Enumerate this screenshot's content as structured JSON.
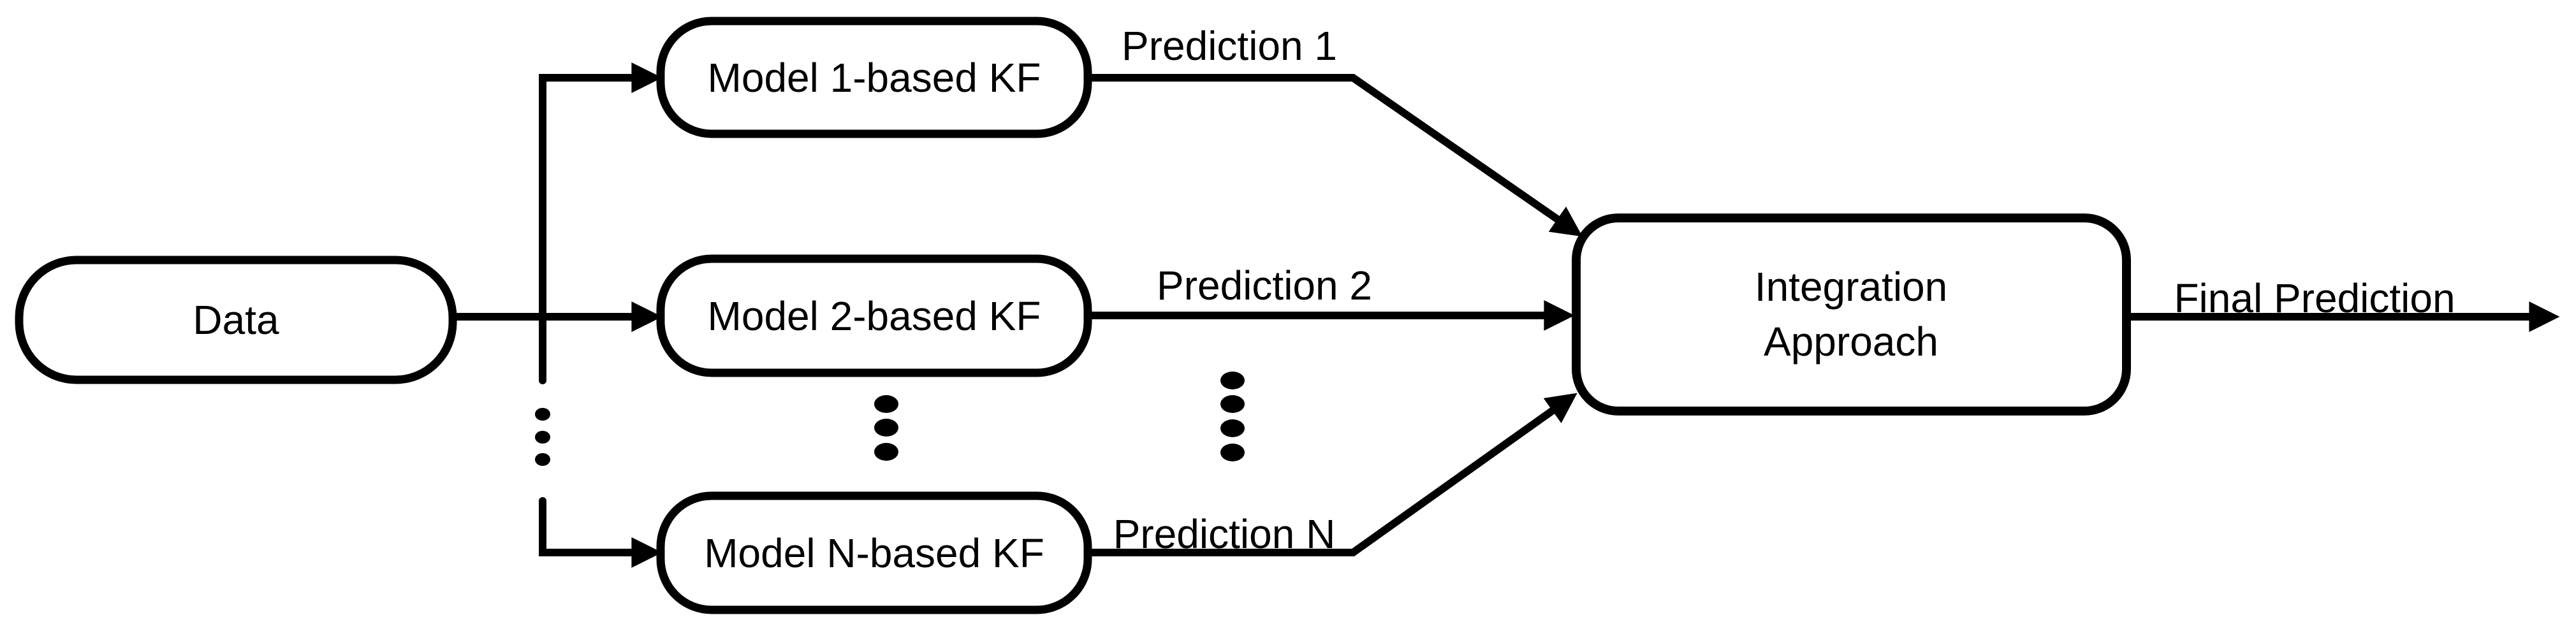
{
  "diagram": {
    "title": "Multi-model Kalman filter prediction integration flowchart",
    "colors": {
      "background": "#ffffff",
      "stroke": "#000000",
      "text": "#000000"
    },
    "nodes": {
      "data": {
        "label": "Data"
      },
      "model1": {
        "label": "Model 1-based KF"
      },
      "model2": {
        "label": "Model 2-based KF"
      },
      "modelN": {
        "label": "Model N-based KF"
      },
      "integration": {
        "line1": "Integration",
        "line2": "Approach"
      }
    },
    "edges": {
      "prediction1": {
        "label": "Prediction 1"
      },
      "prediction2": {
        "label": "Prediction 2"
      },
      "predictionN": {
        "label": "Prediction N"
      },
      "final": {
        "label": "Final Prediction"
      }
    },
    "ellipsis": {
      "branch_column_dots": 3,
      "model_column_dots": 3,
      "prediction_column_dots": 4
    }
  }
}
